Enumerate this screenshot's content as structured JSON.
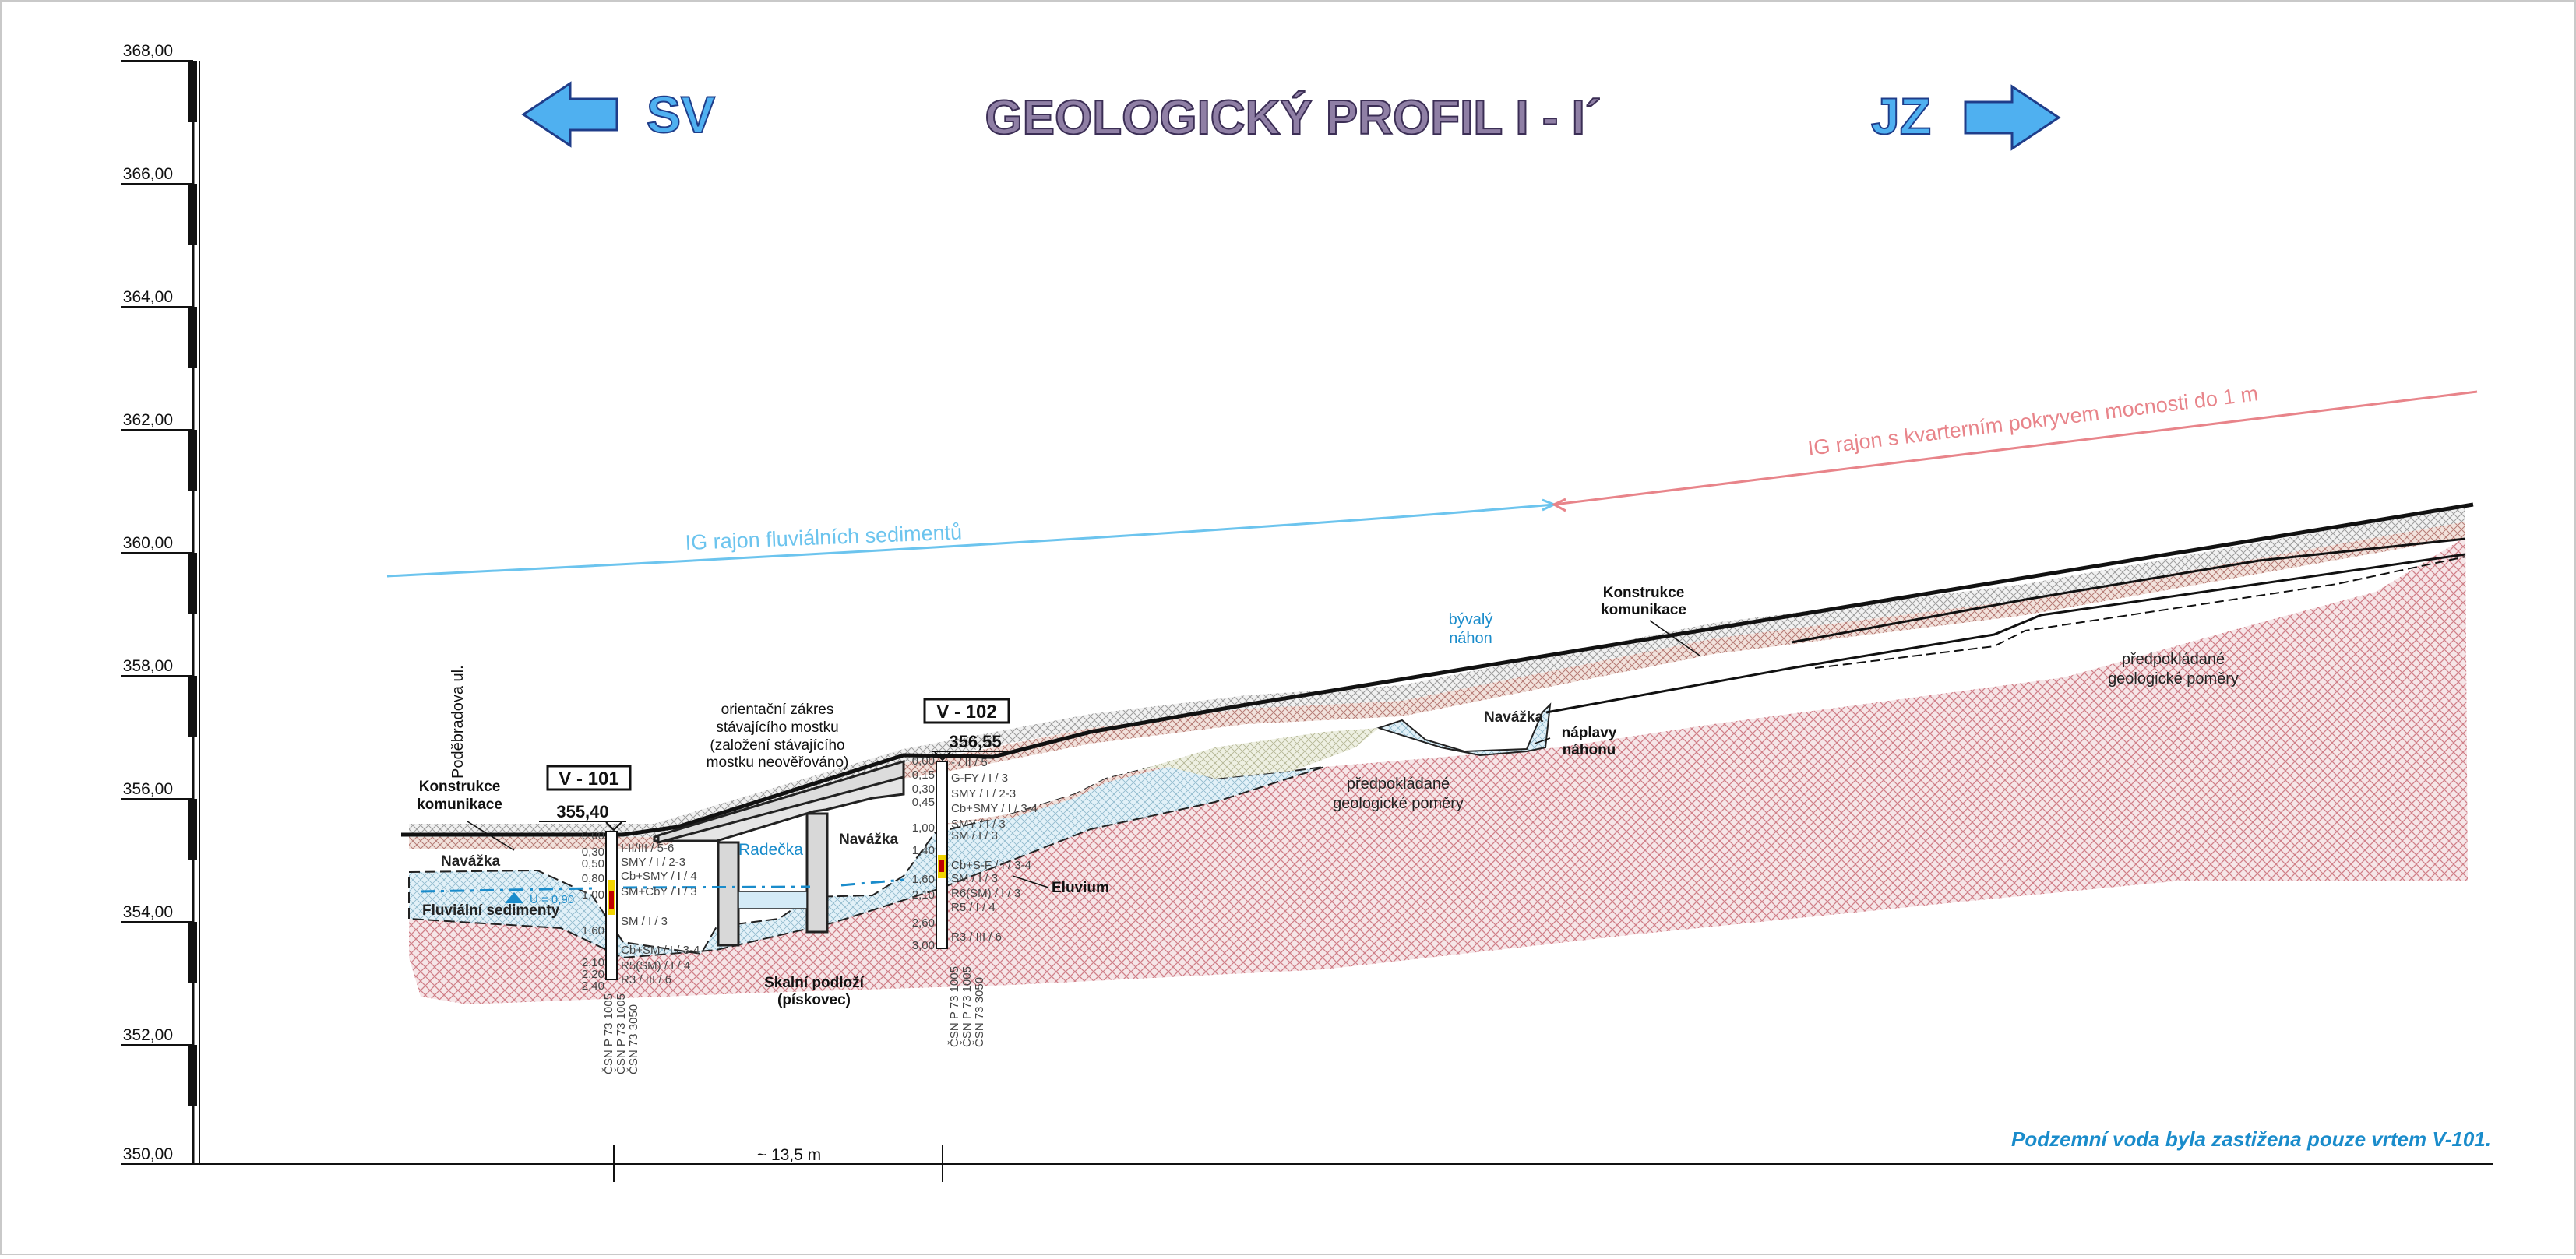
{
  "title": "GEOLOGICKÝ PROFIL I - I´",
  "direction_left": "SV",
  "direction_right": "JZ",
  "elevation_ticks": [
    "368,00",
    "366,00",
    "364,00",
    "362,00",
    "360,00",
    "358,00",
    "356,00",
    "354,00",
    "352,00",
    "350,00"
  ],
  "street": "Poděbradova ul.",
  "rajon_fluvial": "IG rajon fluviálních sedimentů",
  "rajon_quaternary": "IG rajon s kvarterním pokryvem mocnosti do 1 m",
  "labels": {
    "konstrukce_left": [
      "Konstrukce",
      "komunikace"
    ],
    "konstrukce_right": [
      "Konstrukce",
      "komunikace"
    ],
    "navazka_1": "Navážka",
    "navazka_2": "Navážka",
    "navazka_3": "Navážka",
    "fluvialni": "Fluviální sedimenty",
    "radecka": "Radečka",
    "bridge_note": [
      "orientační zákres",
      "stávajícího mostku",
      "(založení stávajícího",
      "mostku neověřováno)"
    ],
    "skalni": [
      "Skalní podloží",
      "(pískovec)"
    ],
    "eluvium": "Eluvium",
    "predpokladane_1": [
      "předpokládané",
      "geologické poměry"
    ],
    "predpokladane_2": [
      "předpokládané",
      "geologické poměry"
    ],
    "byvaly": [
      "bývalý",
      "náhon"
    ],
    "naplavy": [
      "náplavy",
      "náhonu"
    ],
    "water_level": "U = 0,90"
  },
  "boreholes": [
    {
      "name": "V - 101",
      "elevation": "355,40",
      "depths": [
        "0,00",
        "0,30",
        "0,50",
        "0,80",
        "1,00",
        "1,60",
        "2,10",
        "2,20",
        "2,40"
      ],
      "layers": [
        "I-II/III / 5-6",
        "SMY / I / 2-3",
        "Cb+SMY / I / 4",
        "SM+CbY / I / 3",
        "SM / I / 3",
        "Cb+SM / I / 3-4",
        "R5(SM) / I / 4",
        "R3 / III / 6"
      ],
      "norms": [
        "ČSN P 73 1005",
        "ČSN P 73 1005",
        "ČSN 73 3050"
      ]
    },
    {
      "name": "V - 102",
      "elevation": "356,55",
      "depths": [
        "0,00",
        "0,15",
        "0,30",
        "0,45",
        "1,00",
        "1,40",
        "1,60",
        "2,10",
        "2,60",
        "3,00"
      ],
      "layers": [
        "- / II / 5",
        "G-FY / I / 3",
        "SMY / I / 2-3",
        "Cb+SMY / I / 3-4",
        "SMY / I / 3",
        "SM / I / 3",
        "Cb+S-F / I / 3-4",
        "SM / I / 3",
        "R6(SM) / I / 3",
        "R5 / I / 4",
        "R3 / III / 6"
      ],
      "norms": [
        "ČSN P 73 1005",
        "ČSN P 73 1005",
        "ČSN 73 3050"
      ]
    }
  ],
  "distance": "~ 13,5 m",
  "footnote": "Podzemní voda byla zastižena pouze vrtem V-101.",
  "colors": {
    "title_fill": "#8f7fa5",
    "arrow_fill": "#4fb0f0",
    "arrow_stroke": "#1f3d8a",
    "fluvial_line": "#6cc4ee",
    "quaternary_line": "#e8848a",
    "rock_hatch": "#d99aa0",
    "fill_hatch": "#c88484",
    "water": "#1a8ccb",
    "footnote": "#1a8ccb"
  }
}
